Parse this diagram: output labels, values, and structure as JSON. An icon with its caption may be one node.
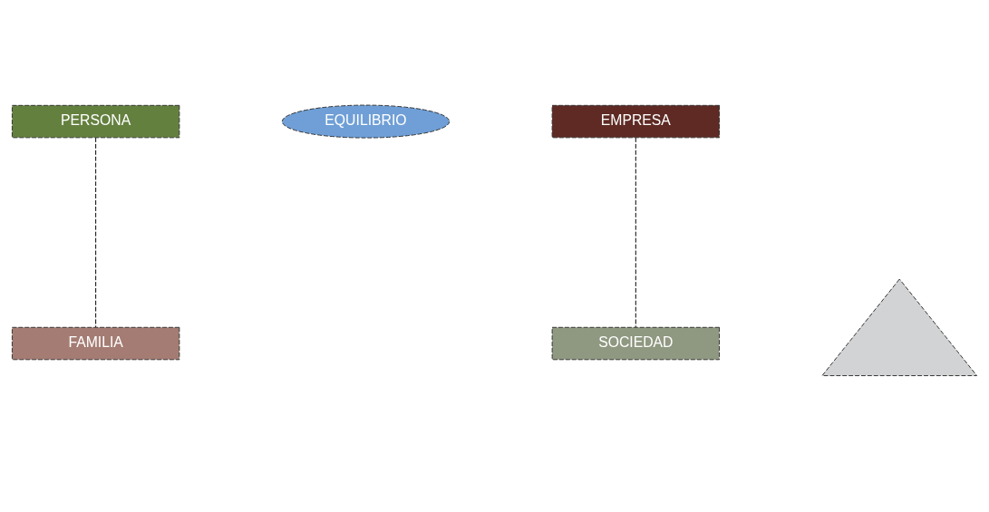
{
  "diagram": {
    "nodes": [
      {
        "text": [
          "PERSONA"
        ]
      },
      {
        "text": [
          "EQUILIBRIO"
        ]
      },
      {
        "text": [
          "EMPRESA"
        ]
      },
      {
        "text": [
          "SOCIEDAD"
        ]
      },
      {
        "text": [
          "FAMILIA"
        ]
      },
      {
        "text": [],
        "shape": "triangle"
      }
    ],
    "edges": [
      {
        "from": 0,
        "to": 4,
        "arrow": "none",
        "style": "dashed"
      },
      {
        "from": 2,
        "to": 3,
        "arrow": "none",
        "style": "dashed"
      }
    ]
  }
}
